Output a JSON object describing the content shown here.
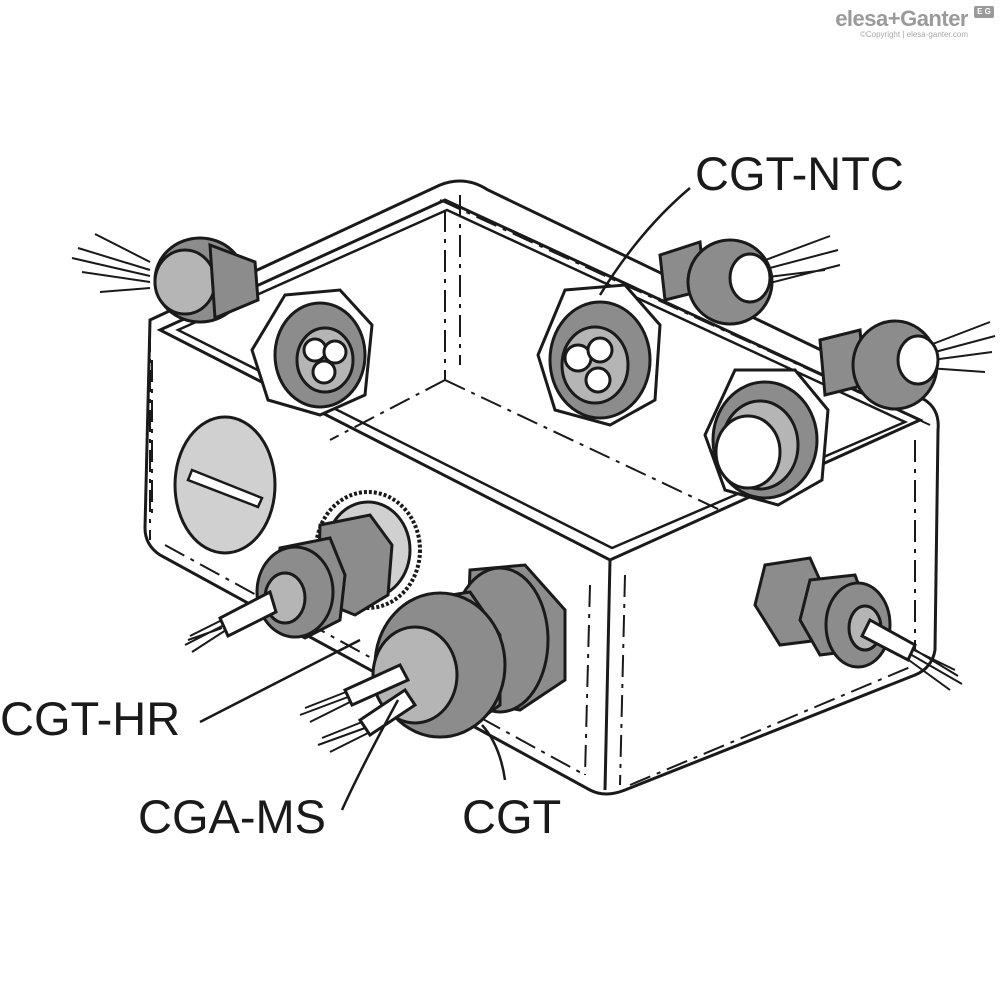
{
  "brand": {
    "logo_text": "elesa+Ganter",
    "copyright": "©Copyright | elesa-ganter.com",
    "badge": "E G"
  },
  "labels": {
    "cgt_ntc": "CGT-NTC",
    "cgt_hr": "CGT-HR",
    "cga_ms": "CGA-MS",
    "cgt": "CGT"
  },
  "colors": {
    "line": "#1a1a1a",
    "gland_fill": "#8c8c8c",
    "gland_light": "#b5b5b5",
    "box_fill": "#ffffff",
    "cap_fill": "#d0d0d0"
  }
}
